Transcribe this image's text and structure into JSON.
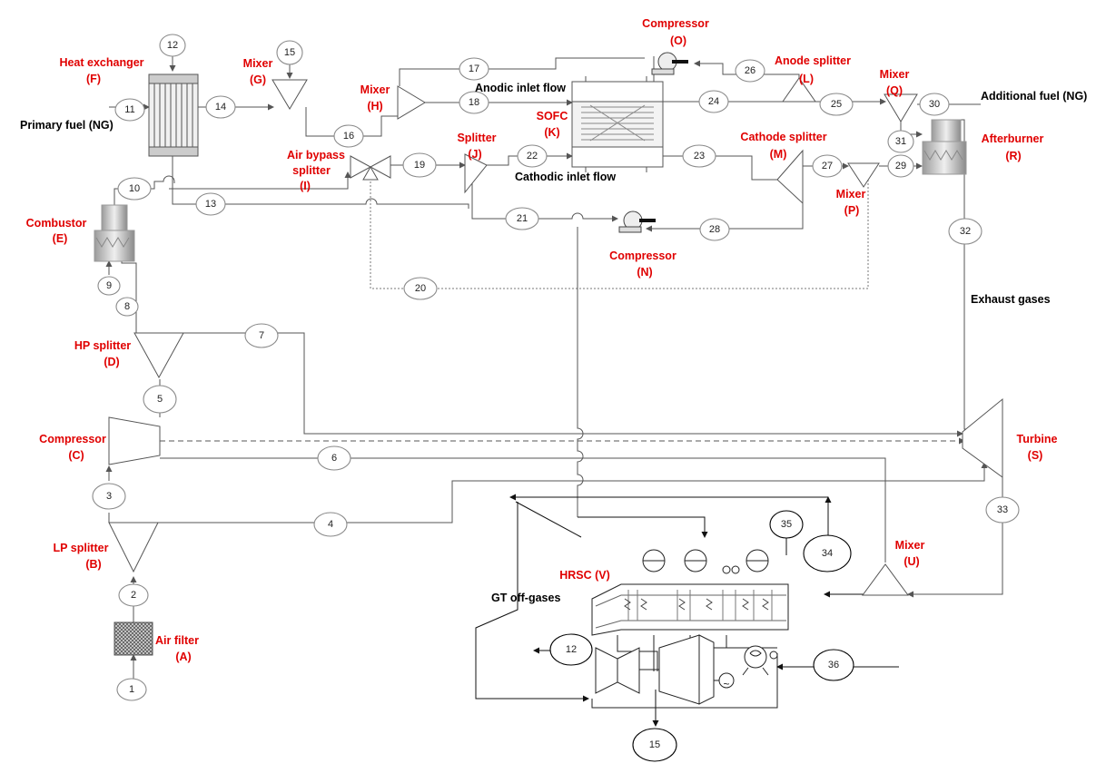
{
  "labels": {
    "air_filter": [
      "Air filter",
      "(A)"
    ],
    "lp_splitter": [
      "LP splitter",
      "(B)"
    ],
    "compressor_c": [
      "Compressor",
      "(C)"
    ],
    "hp_splitter": [
      "HP splitter",
      "(D)"
    ],
    "combustor": [
      "Combustor",
      "(E)"
    ],
    "heat_exchanger": [
      "Heat exchanger",
      "(F)"
    ],
    "mixer_g": [
      "Mixer",
      "(G)"
    ],
    "mixer_h": [
      "Mixer",
      "(H)"
    ],
    "air_bypass_splitter": [
      "Air bypass",
      "splitter",
      "(I)"
    ],
    "splitter_j": [
      "Splitter",
      "(J)"
    ],
    "sofc": [
      "SOFC",
      "(K)"
    ],
    "anode_splitter": [
      "Anode splitter",
      "(L)"
    ],
    "cathode_splitter": [
      "Cathode splitter",
      "(M)"
    ],
    "compressor_n": [
      "Compressor",
      "(N)"
    ],
    "compressor_o": [
      "Compressor",
      "(O)"
    ],
    "mixer_p": [
      "Mixer",
      "(P)"
    ],
    "mixer_q": [
      "Mixer",
      "(Q)"
    ],
    "afterburner": [
      "Afterburner",
      "(R)"
    ],
    "turbine": [
      "Turbine",
      "(S)"
    ],
    "mixer_u": [
      "Mixer",
      "(U)"
    ],
    "hrsc": [
      "HRSC (V)"
    ]
  },
  "text": {
    "primary_fuel": "Primary  fuel (NG)",
    "additional_fuel": "Additional fuel (NG)",
    "anodic_inlet": "Anodic inlet flow",
    "cathodic_inlet": "Cathodic inlet flow",
    "exhaust_gases": "Exhaust gases",
    "gt_off_gases": "GT off-gases"
  },
  "streams": {
    "s1": "1",
    "s2": "2",
    "s3": "3",
    "s4": "4",
    "s5": "5",
    "s6": "6",
    "s7": "7",
    "s8": "8",
    "s9": "9",
    "s10": "10",
    "s11": "11",
    "s12": "12",
    "s13": "13",
    "s14": "14",
    "s15": "15",
    "s16": "16",
    "s17": "17",
    "s18": "18",
    "s19": "19",
    "s20": "20",
    "s21": "21",
    "s22": "22",
    "s23": "23",
    "s24": "24",
    "s25": "25",
    "s26": "26",
    "s27": "27",
    "s28": "28",
    "s29": "29",
    "s30": "30",
    "s31": "31",
    "s32": "32",
    "s33": "33",
    "s34": "34",
    "s35": "35",
    "s36": "36",
    "h12": "12",
    "h15": "15"
  },
  "icons": {
    "generator": "~"
  }
}
